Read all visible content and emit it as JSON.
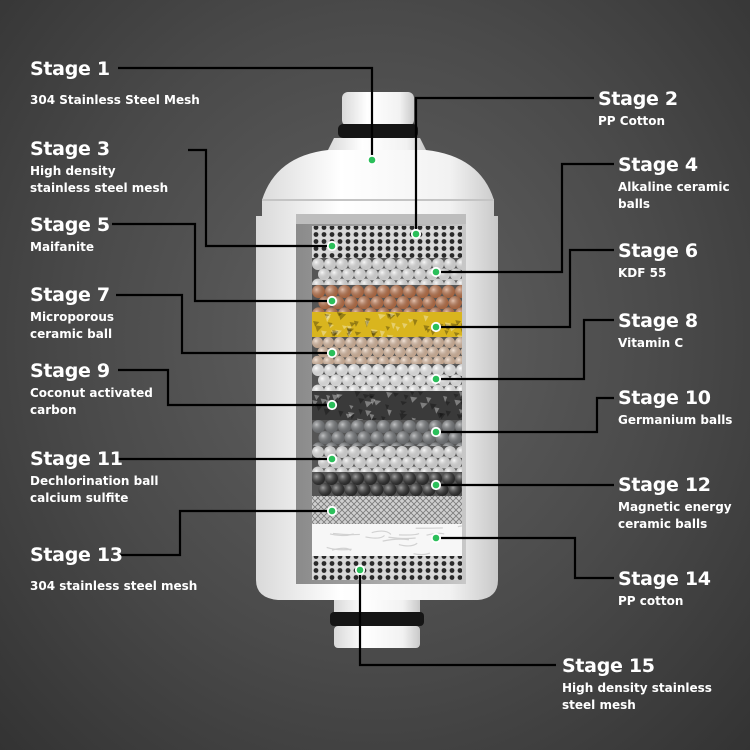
{
  "colors": {
    "background": "#4a4a4a",
    "text": "#ffffff",
    "leader_line": "#000000",
    "marker": "#2bbf5a",
    "housing": "#f4f4f4"
  },
  "stages": [
    {
      "title": "Stage 1",
      "lines": [
        "304 Stainless Steel Mesh"
      ]
    },
    {
      "title": "Stage 2",
      "lines": [
        "PP Cotton"
      ]
    },
    {
      "title": "Stage 3",
      "lines": [
        "High density",
        "stainless steel mesh"
      ]
    },
    {
      "title": "Stage 4",
      "lines": [
        "Alkaline ceramic",
        "balls"
      ]
    },
    {
      "title": "Stage 5",
      "lines": [
        "Maifanite"
      ]
    },
    {
      "title": "Stage 6",
      "lines": [
        "KDF 55"
      ]
    },
    {
      "title": "Stage 7",
      "lines": [
        "Microporous",
        "ceramic ball"
      ]
    },
    {
      "title": "Stage 8",
      "lines": [
        "Vitamin C"
      ]
    },
    {
      "title": "Stage 9",
      "lines": [
        "Coconut activated",
        "carbon"
      ]
    },
    {
      "title": "Stage 10",
      "lines": [
        "Germanium balls"
      ]
    },
    {
      "title": "Stage 11",
      "lines": [
        "Dechlorination ball",
        "calcium sulfite"
      ]
    },
    {
      "title": "Stage 12",
      "lines": [
        "Magnetic energy",
        "ceramic balls"
      ]
    },
    {
      "title": "Stage 13",
      "lines": [
        "304 stainless steel mesh"
      ]
    },
    {
      "title": "Stage 14",
      "lines": [
        "PP cotton"
      ]
    },
    {
      "title": "Stage 15",
      "lines": [
        "High density stainless",
        "steel mesh"
      ]
    }
  ]
}
